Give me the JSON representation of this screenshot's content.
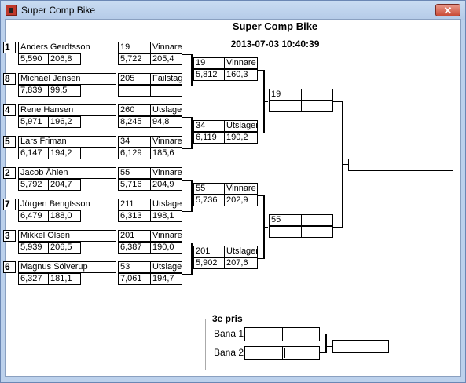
{
  "window": {
    "title": "Super Comp Bike",
    "close_glyph": "✕"
  },
  "header": {
    "title": "Super Comp Bike",
    "datetime": "2013-07-03 10:40:39"
  },
  "round1": [
    {
      "seed": "1",
      "name": "Anders Gerdtsson",
      "time": "5,590",
      "speed": "206,8",
      "lane_no": "19",
      "result": "Vinnare",
      "r_time": "5,722",
      "r_speed": "205,4"
    },
    {
      "seed": "8",
      "name": "Michael Jensen",
      "time": "7,839",
      "speed": "99,5",
      "lane_no": "205",
      "result": "Failstage",
      "r_time": "",
      "r_speed": ""
    },
    {
      "seed": "4",
      "name": "Rene Hansen",
      "time": "5,971",
      "speed": "196,2",
      "lane_no": "260",
      "result": "Utslagen",
      "r_time": "8,245",
      "r_speed": "94,8"
    },
    {
      "seed": "5",
      "name": "Lars Friman",
      "time": "6,147",
      "speed": "194,2",
      "lane_no": "34",
      "result": "Vinnare",
      "r_time": "6,129",
      "r_speed": "185,6"
    },
    {
      "seed": "2",
      "name": "Jacob Åhlen",
      "time": "5,792",
      "speed": "204,7",
      "lane_no": "55",
      "result": "Vinnare",
      "r_time": "5,716",
      "r_speed": "204,9"
    },
    {
      "seed": "7",
      "name": "Jörgen Bengtsson",
      "time": "6,479",
      "speed": "188,0",
      "lane_no": "211",
      "result": "Utslagen",
      "r_time": "6,313",
      "r_speed": "198,1"
    },
    {
      "seed": "3",
      "name": "Mikkel Olsen",
      "time": "5,939",
      "speed": "206,5",
      "lane_no": "201",
      "result": "Vinnare",
      "r_time": "6,387",
      "r_speed": "190,0"
    },
    {
      "seed": "6",
      "name": "Magnus Sölverup",
      "time": "6,327",
      "speed": "181,1",
      "lane_no": "53",
      "result": "Utslagen",
      "r_time": "7,061",
      "r_speed": "194,7"
    }
  ],
  "round2": [
    {
      "no": "19",
      "result": "Vinnare",
      "time": "5,812",
      "speed": "160,3"
    },
    {
      "no": "34",
      "result": "Utslagen",
      "time": "6,119",
      "speed": "190,2"
    },
    {
      "no": "55",
      "result": "Vinnare",
      "time": "5,736",
      "speed": "202,9"
    },
    {
      "no": "201",
      "result": "Utslagen",
      "time": "5,902",
      "speed": "207,6"
    }
  ],
  "semis": [
    {
      "no": "19",
      "result": "",
      "time": "",
      "speed": ""
    },
    {
      "no": "55",
      "result": "",
      "time": "",
      "speed": ""
    }
  ],
  "final": {
    "value": ""
  },
  "third_place": {
    "label": "3e pris",
    "lane1_label": "Bana 1",
    "lane2_label": "Bana 2",
    "lane1": {
      "a": "",
      "b": ""
    },
    "lane2": {
      "a": "",
      "b": ""
    },
    "winner": ""
  }
}
